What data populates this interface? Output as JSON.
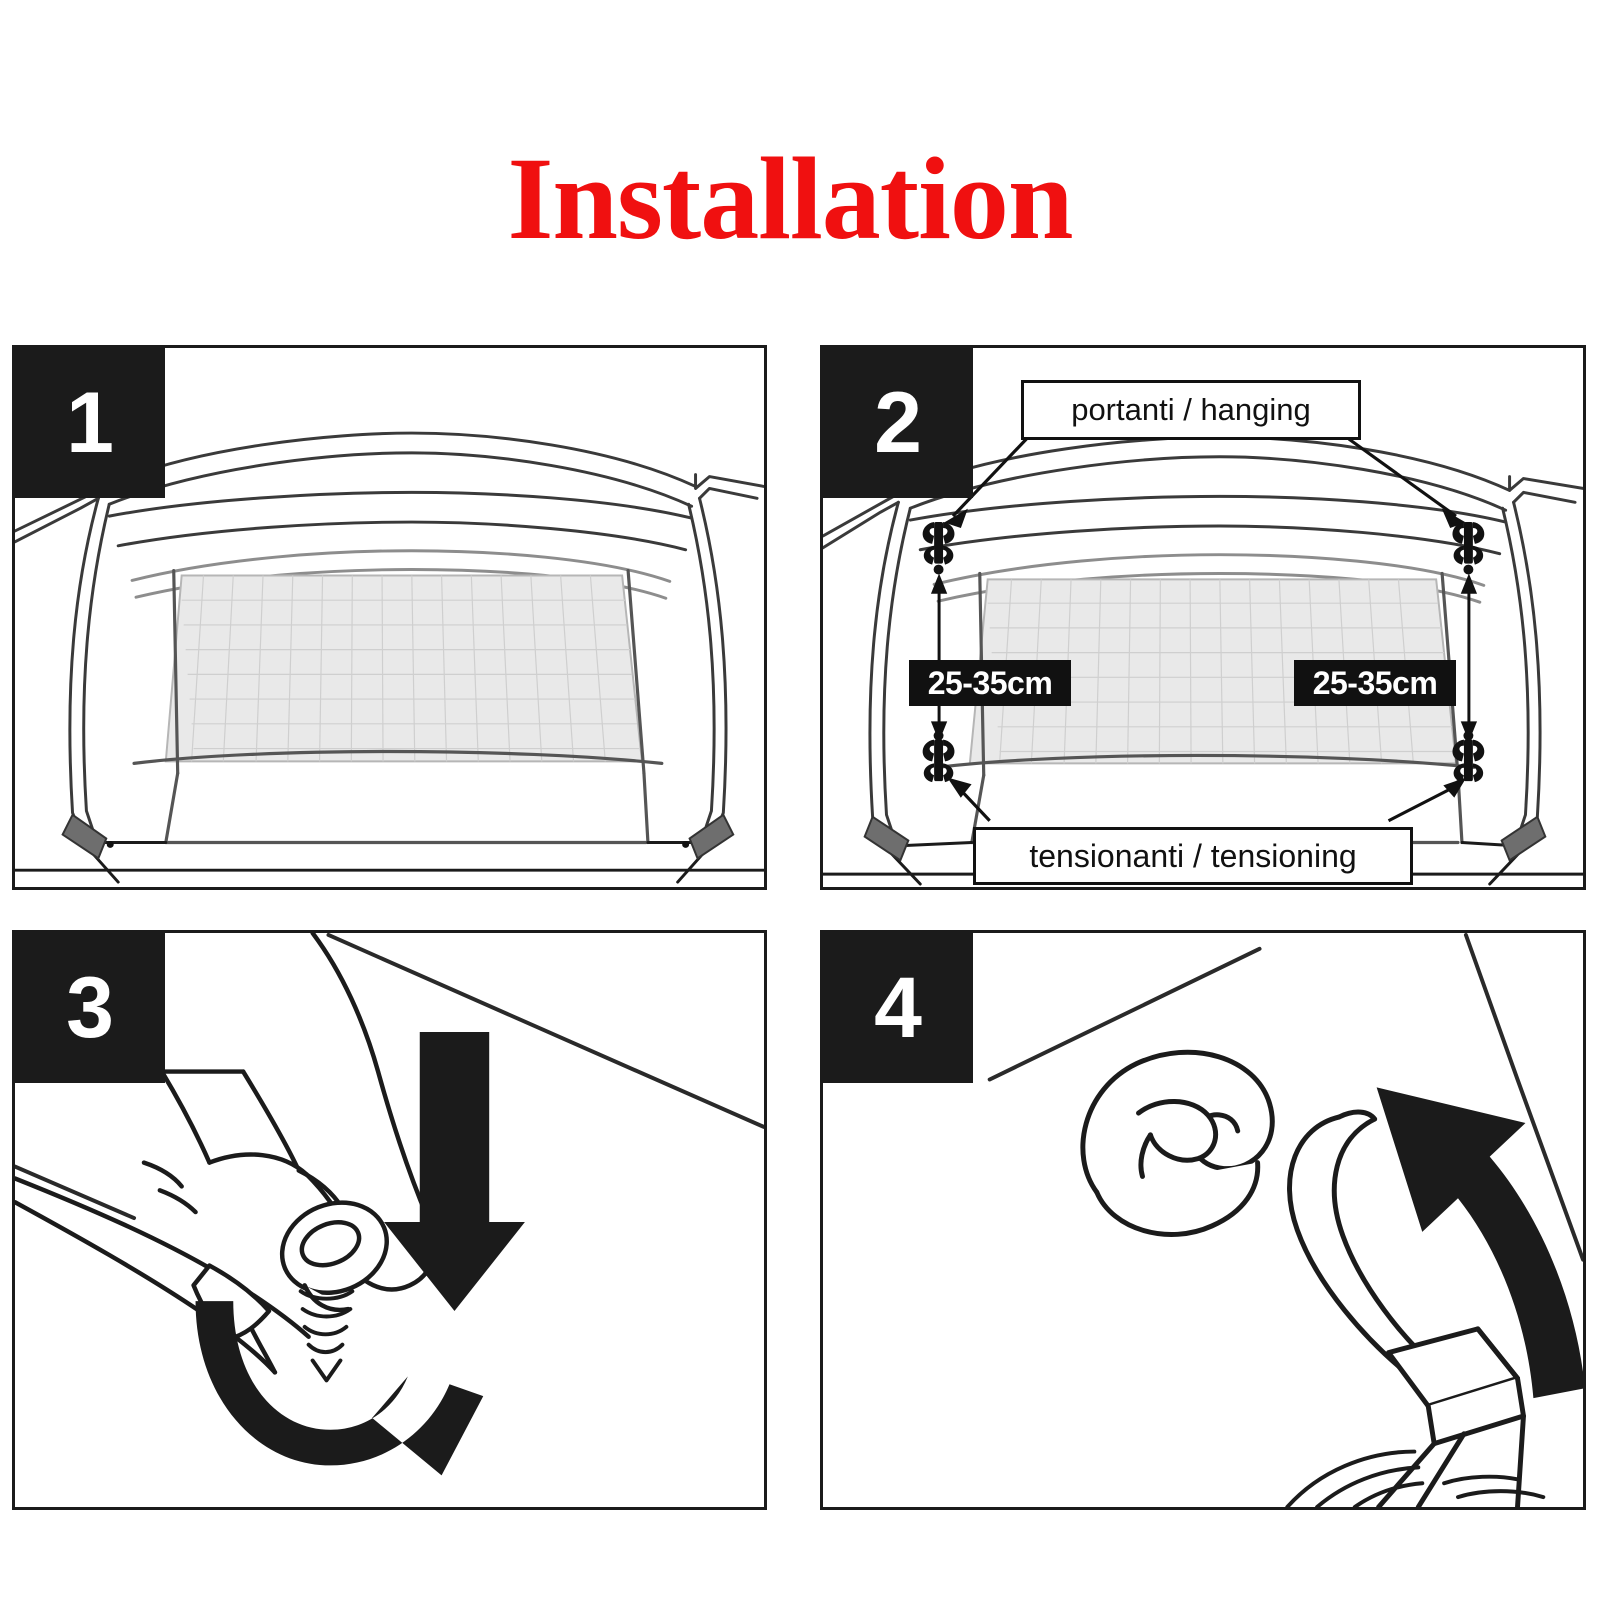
{
  "page": {
    "title": "Installation",
    "title_color": "#f01010",
    "background": "#ffffff",
    "badge_color": "#1b1b1b",
    "line_color": "#333333"
  },
  "panels": [
    {
      "number": "1",
      "name": "trunk-with-net-overview",
      "description": "Car trunk / boot interior with cargo net positioned across the opening"
    },
    {
      "number": "2",
      "name": "hook-placement-and-spacing",
      "description": "Trunk interior showing four hook anchors with spacing dimensions",
      "labels": {
        "hanging": "portanti / hanging",
        "tensioning": "tensionanti / tensioning",
        "dim_left": "25-35cm",
        "dim_right": "25-35cm"
      }
    },
    {
      "number": "3",
      "name": "screw-in-hook",
      "description": "Hand holding the self-tapping hook, pressing down and turning it clockwise"
    },
    {
      "number": "4",
      "name": "attach-cord-loop",
      "description": "Cord loop being lifted and hooked onto the installed anchor"
    }
  ]
}
